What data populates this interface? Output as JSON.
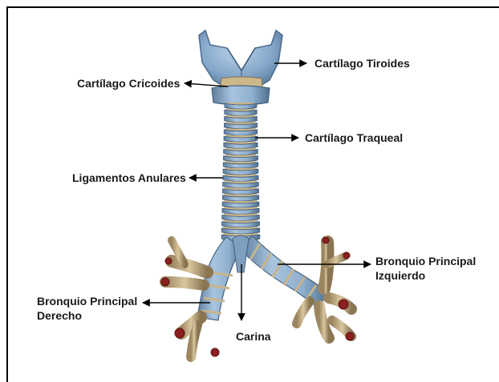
{
  "labels": {
    "tiroides": "Cartílago Tiroides",
    "cricoides": "Cartílago Cricoides",
    "traqueal": "Cartílago Traqueal",
    "anulares": "Ligamentos Anulares",
    "izquierdo_line1": "Bronquio Principal",
    "izquierdo_line2": "Izquierdo",
    "derecho_line1": "Bronquio Principal",
    "derecho_line2": "Derecho",
    "carina": "Carina"
  },
  "colors": {
    "cartilage_blue": "#7a9cc0",
    "cartilage_light": "#a9c4de",
    "ligament_tan": "#c8b48a",
    "bronchus_tan": "#bfa878",
    "lumen_red": "#8b1e1e"
  }
}
